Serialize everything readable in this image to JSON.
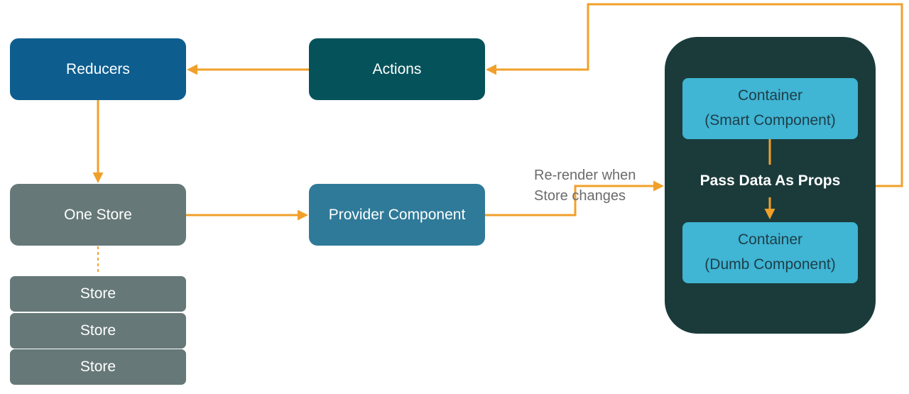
{
  "nodes": {
    "reducers": "Reducers",
    "actions": "Actions",
    "one_store": "One Store",
    "provider": "Provider Component",
    "stores": [
      "Store",
      "Store",
      "Store"
    ]
  },
  "panel": {
    "container_top": {
      "line1": "Container",
      "line2": "(Smart Component)"
    },
    "pass_label": "Pass Data As Props",
    "container_bottom": {
      "line1": "Container",
      "line2": "(Dumb Component)"
    }
  },
  "edge_label": {
    "line1": "Re-render when",
    "line2": "Store changes"
  },
  "colors": {
    "arrow": "#f0a02a",
    "reducers": "#0d5e8f",
    "actions": "#06525a",
    "store": "#667878",
    "provider": "#2f7a99",
    "panel": "#1b3b3b",
    "container": "#40b5d4"
  }
}
